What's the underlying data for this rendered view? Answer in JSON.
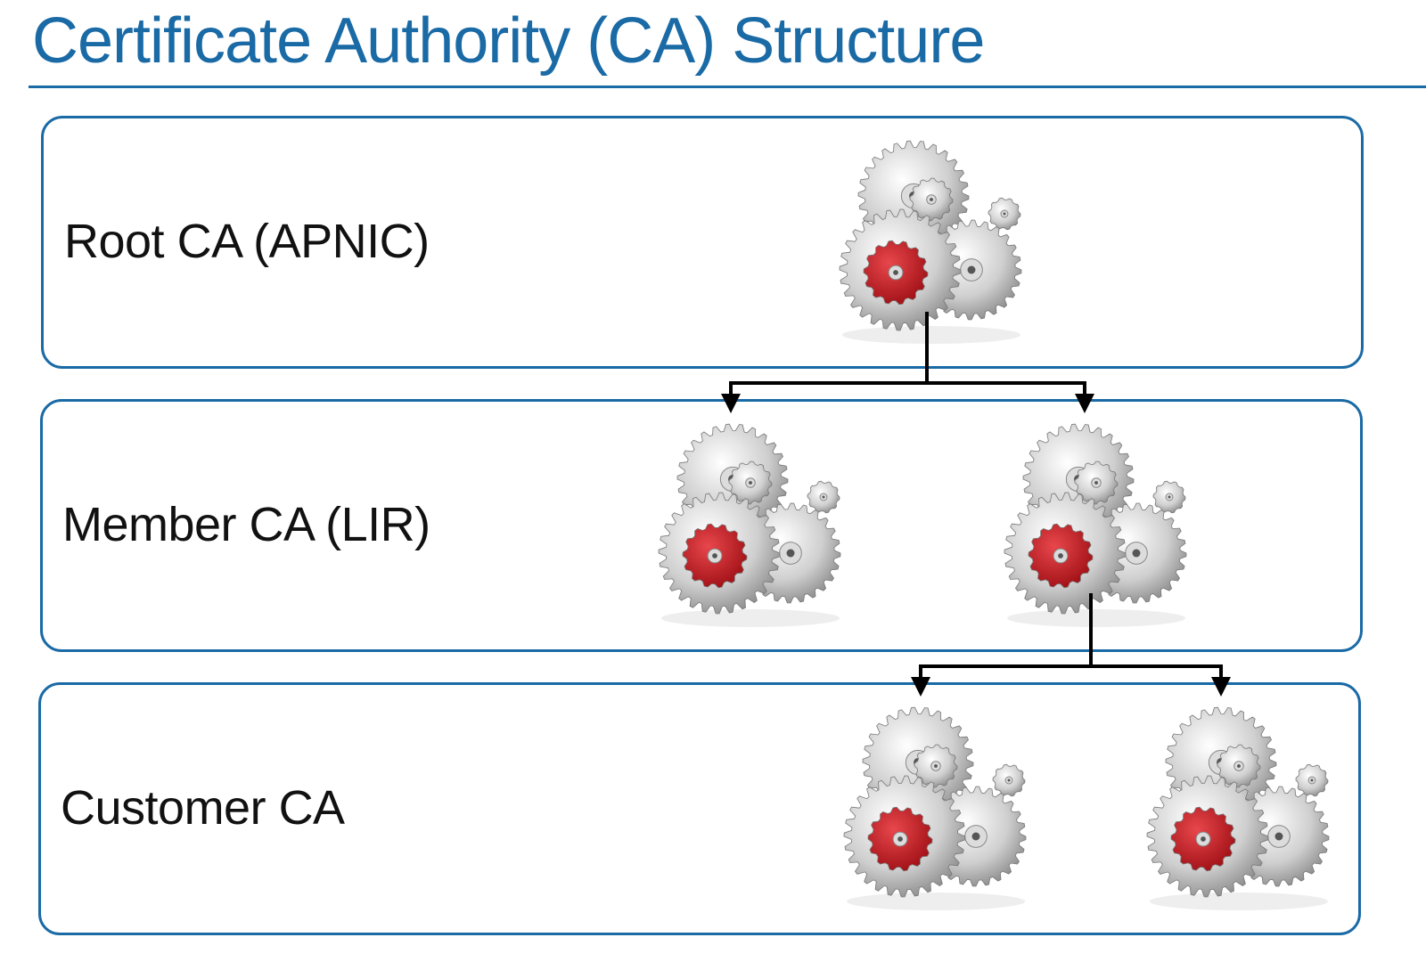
{
  "title": "Certificate Authority (CA) Structure",
  "colors": {
    "accent": "#1a6aa6",
    "connector": "#000000",
    "gear_red": "#c0161c",
    "gear_silver": "#c9c9c9"
  },
  "tiers": [
    {
      "label": "Root CA (APNIC)",
      "nodes": 1
    },
    {
      "label": "Member CA (LIR)",
      "nodes": 2
    },
    {
      "label": "Customer CA",
      "nodes": 2
    }
  ],
  "icons": {
    "node": "gears-icon"
  },
  "edges": [
    {
      "from": "root-0",
      "to": "member-0"
    },
    {
      "from": "root-0",
      "to": "member-1"
    },
    {
      "from": "member-1",
      "to": "customer-0"
    },
    {
      "from": "member-1",
      "to": "customer-1"
    }
  ]
}
